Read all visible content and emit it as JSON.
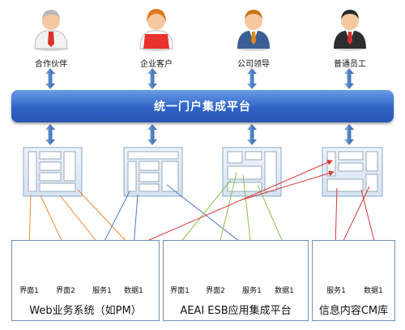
{
  "roles": [
    {
      "label": "合作伙伴",
      "icon": "partner-user-icon"
    },
    {
      "label": "企业客户",
      "icon": "enterprise-customer-user-icon"
    },
    {
      "label": "公司领导",
      "icon": "company-leader-user-icon"
    },
    {
      "label": "普通员工",
      "icon": "employee-user-icon"
    }
  ],
  "portal": {
    "title": "统一门户集成平台"
  },
  "systems": [
    {
      "title": "Web业务系统（如PM）",
      "components": [
        "界面1",
        "界面2",
        "服务1",
        "数据1"
      ]
    },
    {
      "title": "AEAI ESB应用集成平台",
      "components": [
        "界面1",
        "界面2",
        "服务1",
        "数据1"
      ]
    },
    {
      "title": "信息内容CM库",
      "components": [
        "服务1",
        "数据1"
      ]
    }
  ],
  "colors": {
    "portal_band": "#2f63c7",
    "vertical_arrows": "#4f7fc4",
    "frame_fill": "#e4edf7"
  }
}
